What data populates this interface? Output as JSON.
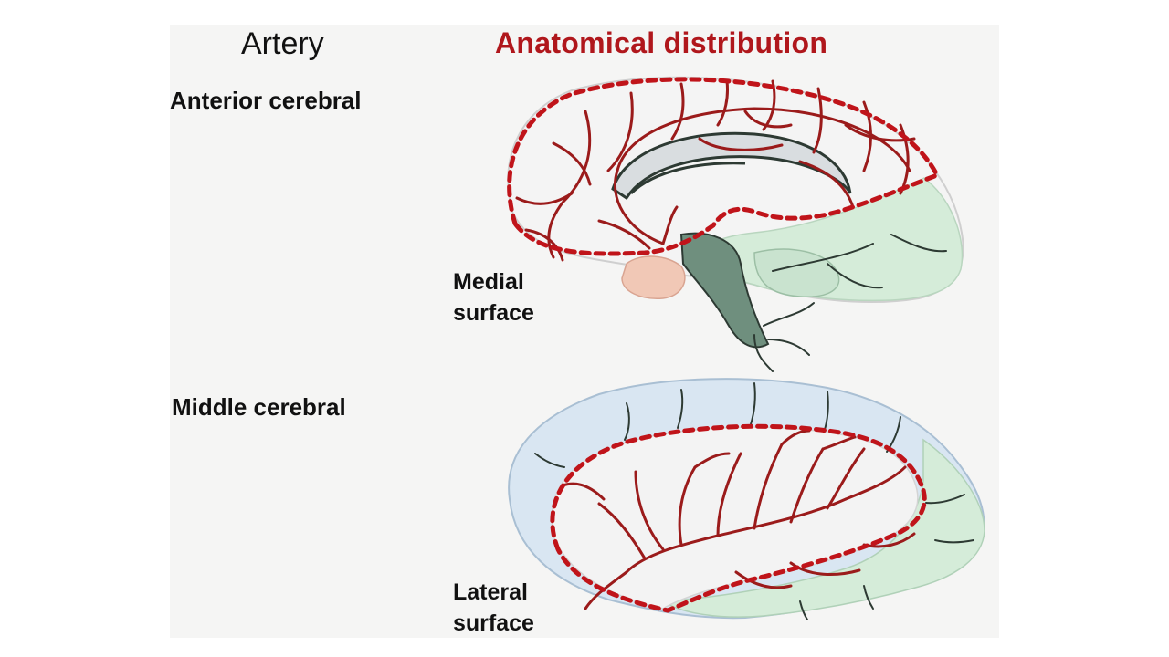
{
  "header": {
    "artery": "Artery",
    "distribution": "Anatomical distribution"
  },
  "rows": [
    {
      "artery": "Anterior cerebral",
      "surface_line1": "Medial",
      "surface_line2": "surface"
    },
    {
      "artery": "Middle cerebral",
      "surface_line1": "Lateral",
      "surface_line2": "surface"
    }
  ],
  "colors": {
    "heading_accent": "#b0171c",
    "artery_red": "#9b1b1b",
    "territory_green": "#d5ecd9",
    "territory_blue": "#d9e6f2",
    "dashed_outline": "#c0141a"
  }
}
